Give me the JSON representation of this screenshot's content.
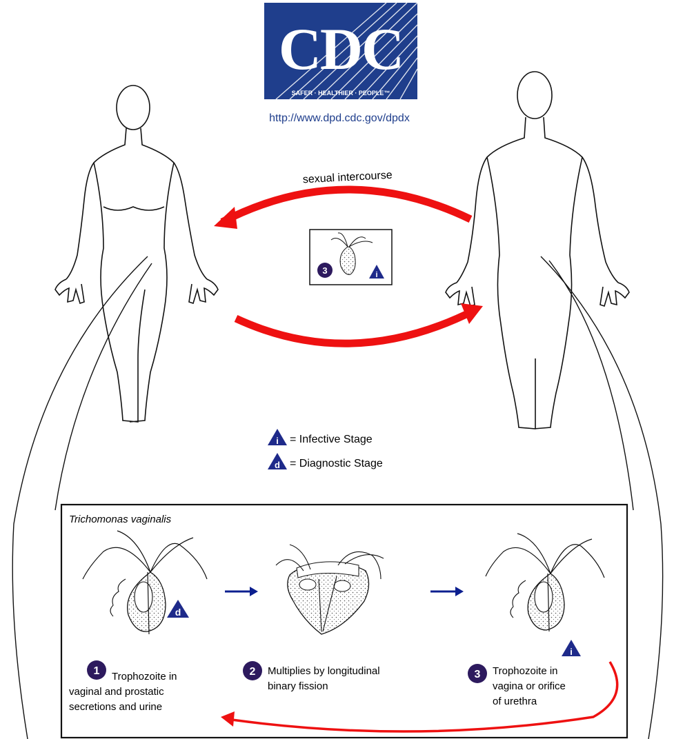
{
  "logo": {
    "text": "CDC",
    "tagline": "SAFER · HEALTHIER · PEOPLE™",
    "url": "http://www.dpd.cdc.gov/dpdx",
    "color": "#1f3e8c"
  },
  "transmission": {
    "label": "sexual intercourse",
    "arrow_color": "#ee1111",
    "stage_number": "3",
    "stage_badge": "i"
  },
  "legend": {
    "infective_badge": "i",
    "infective_text": "= Infective Stage",
    "diagnostic_badge": "d",
    "diagnostic_text": "= Diagnostic Stage",
    "badge_color": "#1e2a8a"
  },
  "lifecycle": {
    "title": "Trichomonas vaginalis",
    "step1": {
      "number": "1",
      "badge": "d",
      "lines": [
        "Trophozoite in",
        "vaginal and prostatic",
        "secretions and urine"
      ]
    },
    "step2": {
      "number": "2",
      "lines": [
        "Multiplies by longitudinal",
        "binary fission"
      ]
    },
    "step3": {
      "number": "3",
      "badge": "i",
      "lines": [
        "Trophozoite in",
        "vagina or orifice",
        "of urethra"
      ]
    },
    "number_circle_color": "#2d1a5e",
    "flow_arrow_color": "#0b1f8f"
  }
}
